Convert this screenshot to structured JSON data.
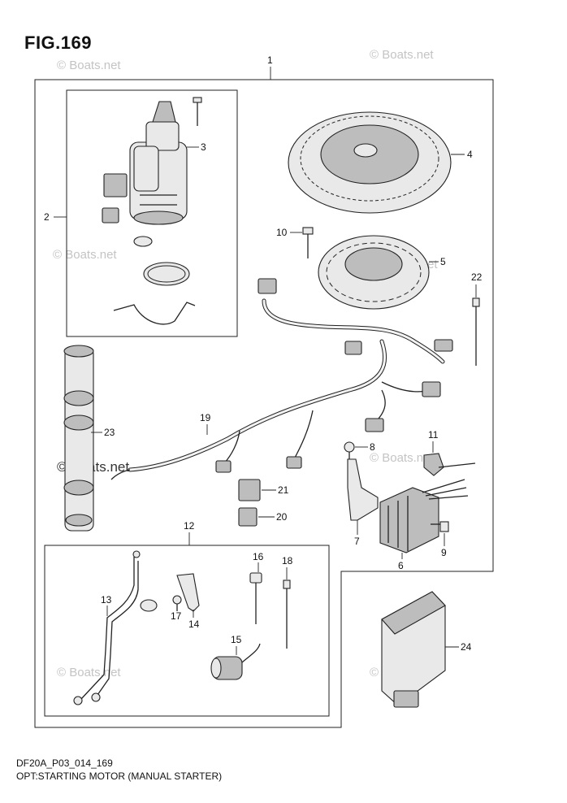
{
  "figure": {
    "title": "FIG.169",
    "model_code": "DF20A_P03_014_169",
    "caption": "OPT:STARTING MOTOR (MANUAL STARTER)"
  },
  "watermark": "© Boats.net",
  "callouts": [
    "1",
    "2",
    "3",
    "4",
    "5",
    "6",
    "7",
    "8",
    "9",
    "10",
    "11",
    "12",
    "13",
    "14",
    "15",
    "16",
    "17",
    "18",
    "19",
    "20",
    "21",
    "22",
    "23",
    "24"
  ]
}
